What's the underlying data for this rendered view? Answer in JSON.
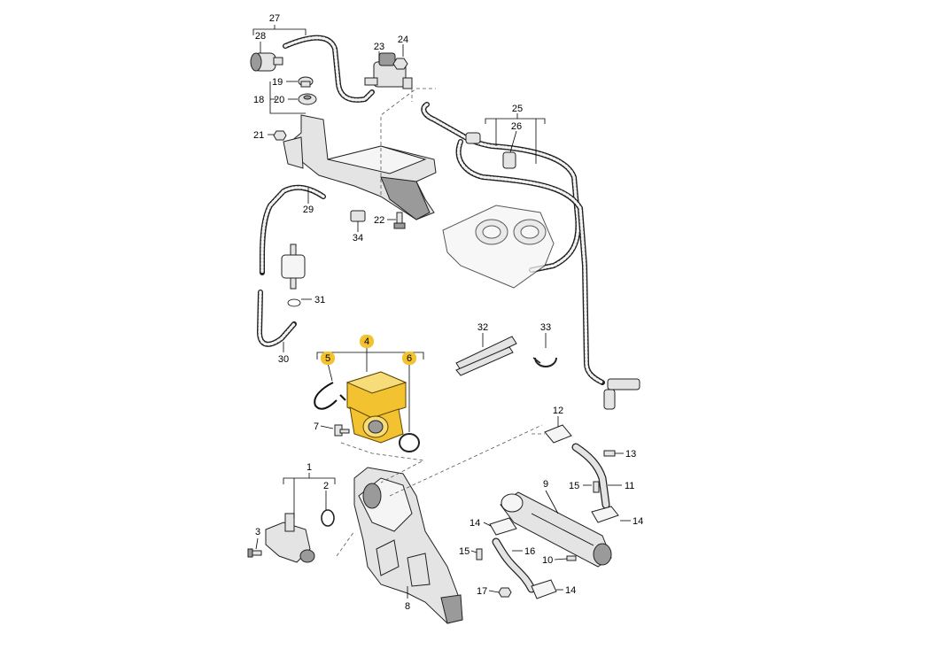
{
  "labels": {
    "p1": "1",
    "p2": "2",
    "p3": "3",
    "p4": "4",
    "p5": "5",
    "p6": "6",
    "p7": "7",
    "p8": "8",
    "p9": "9",
    "p10": "10",
    "p11": "11",
    "p12": "12",
    "p13": "13",
    "p14a": "14",
    "p14b": "14",
    "p14c": "14",
    "p15a": "15",
    "p15b": "15",
    "p16": "16",
    "p17": "17",
    "p18": "18",
    "p19": "19",
    "p20": "20",
    "p21": "21",
    "p22": "22",
    "p23": "23",
    "p24": "24",
    "p25": "25",
    "p26": "26",
    "p27": "27",
    "p28": "28",
    "p29": "29",
    "p30": "30",
    "p31": "31",
    "p32": "32",
    "p33": "33",
    "p34": "34"
  },
  "highlighted_parts": [
    "4",
    "5",
    "6"
  ],
  "colors": {
    "highlight": "#f2c230",
    "part_fill": "#e4e4e4",
    "line": "#000000"
  }
}
